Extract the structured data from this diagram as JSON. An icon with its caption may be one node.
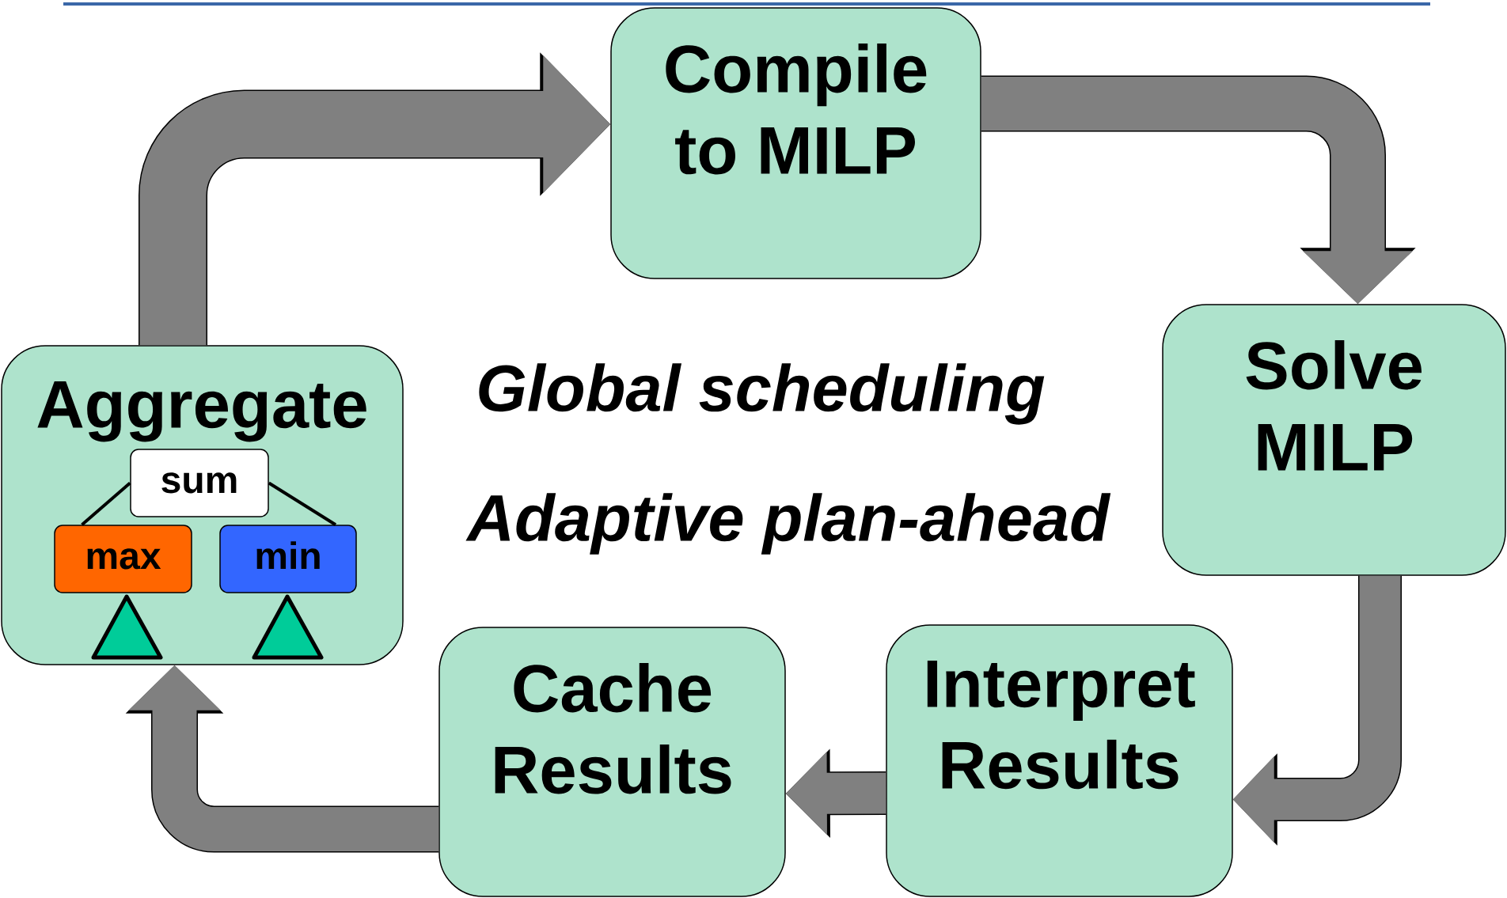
{
  "diagram": {
    "nodes": [
      {
        "text": [
          "Aggregate"
        ]
      },
      {
        "text": [
          "sum"
        ],
        "in": 0
      },
      {
        "text": [
          "max"
        ],
        "in": 0
      },
      {
        "text": [
          "min"
        ],
        "in": 0
      },
      {
        "text": [
          "Compile to MILP"
        ]
      },
      {
        "text": [
          "Solve MILP"
        ]
      },
      {
        "text": [
          "Interpret Results"
        ]
      },
      {
        "text": [
          "Cache Results"
        ]
      }
    ],
    "edges": [
      {
        "from": 0,
        "to": 4,
        "arrow": "to"
      },
      {
        "from": 4,
        "to": 5,
        "arrow": "to"
      },
      {
        "from": 5,
        "to": 6,
        "arrow": "to"
      },
      {
        "from": 6,
        "to": 7,
        "arrow": "to"
      },
      {
        "from": 7,
        "to": 0,
        "arrow": "to"
      },
      {
        "from": 1,
        "to": 2,
        "arrow": "none",
        "color": "#000000"
      },
      {
        "from": 1,
        "to": 3,
        "arrow": "none",
        "color": "#000000"
      }
    ],
    "labels": [
      "Global scheduling",
      "Adaptive plan-ahead"
    ]
  }
}
